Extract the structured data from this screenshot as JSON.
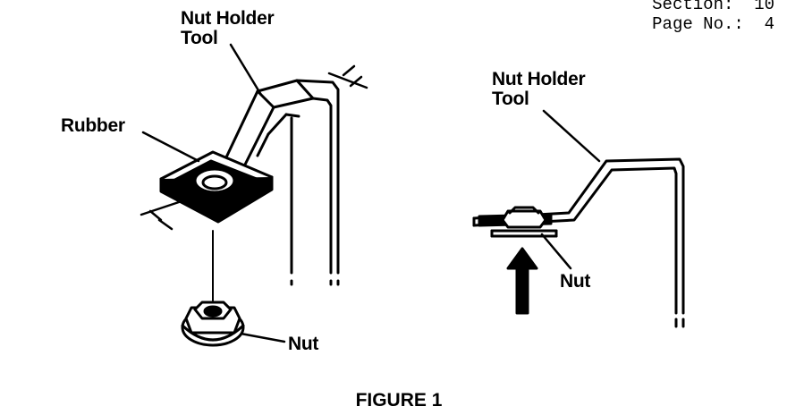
{
  "header": {
    "section_label": "Section:",
    "section_value": "10",
    "page_label": "Page No.:",
    "page_value": "4"
  },
  "left_figure": {
    "tool_label_line1": "Nut Holder",
    "tool_label_line2": "Tool",
    "rubber_label": "Rubber",
    "nut_label": "Nut"
  },
  "right_figure": {
    "tool_label_line1": "Nut Holder",
    "tool_label_line2": "Tool",
    "nut_label": "Nut"
  },
  "caption": "FIGURE 1"
}
